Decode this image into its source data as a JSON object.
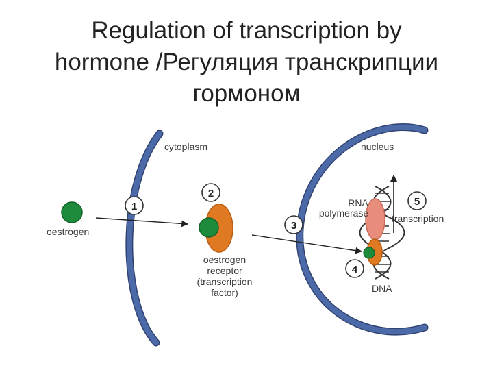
{
  "title": {
    "line1": "Regulation of transcription by",
    "line2": "hormone /Регуляция транскрипции",
    "line3": "гормоном"
  },
  "labels": {
    "cytoplasm": "cytoplasm",
    "nucleus": "nucleus",
    "oestrogen": "oestrogen",
    "receptor_line1": "oestrogen",
    "receptor_line2": "receptor",
    "receptor_line3": "(transcription",
    "receptor_line4": "factor)",
    "rna_line1": "RNA",
    "rna_line2": "polymerase",
    "transcription": "transcription",
    "dna": "DNA"
  },
  "steps": [
    "1",
    "2",
    "3",
    "4",
    "5"
  ],
  "colors": {
    "membrane": "#4d6aa8",
    "membrane_edge": "#2f4270",
    "hormone": "#1e8a3c",
    "receptor": "#e07a22",
    "polymerase": "#e88c7c",
    "dna": "#333333",
    "arrow": "#222222"
  }
}
